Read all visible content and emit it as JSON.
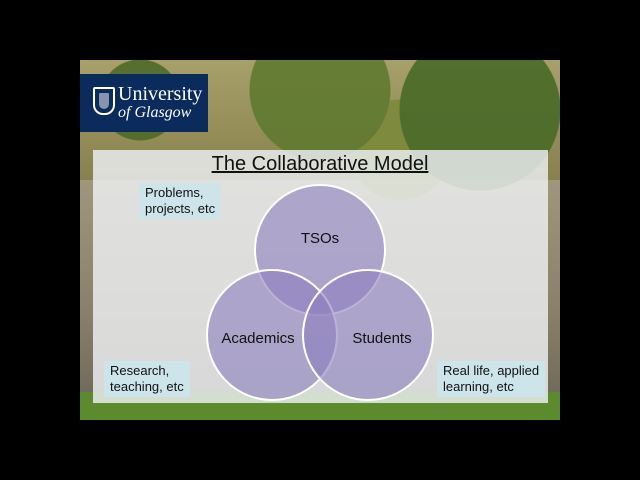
{
  "logo": {
    "line1": "University",
    "line2": "of Glasgow"
  },
  "slide": {
    "title": "The Collaborative Model"
  },
  "venn": {
    "circles": [
      {
        "label": "TSOs"
      },
      {
        "label": "Academics"
      },
      {
        "label": "Students"
      }
    ],
    "fill_color": "#8c7fbe",
    "stroke_color": "#ffffff"
  },
  "notes": {
    "tsos": [
      "Problems,",
      "projects, etc"
    ],
    "academics": [
      "Research,",
      "teaching, etc"
    ],
    "students": [
      "Real life, applied",
      "learning, etc"
    ]
  }
}
